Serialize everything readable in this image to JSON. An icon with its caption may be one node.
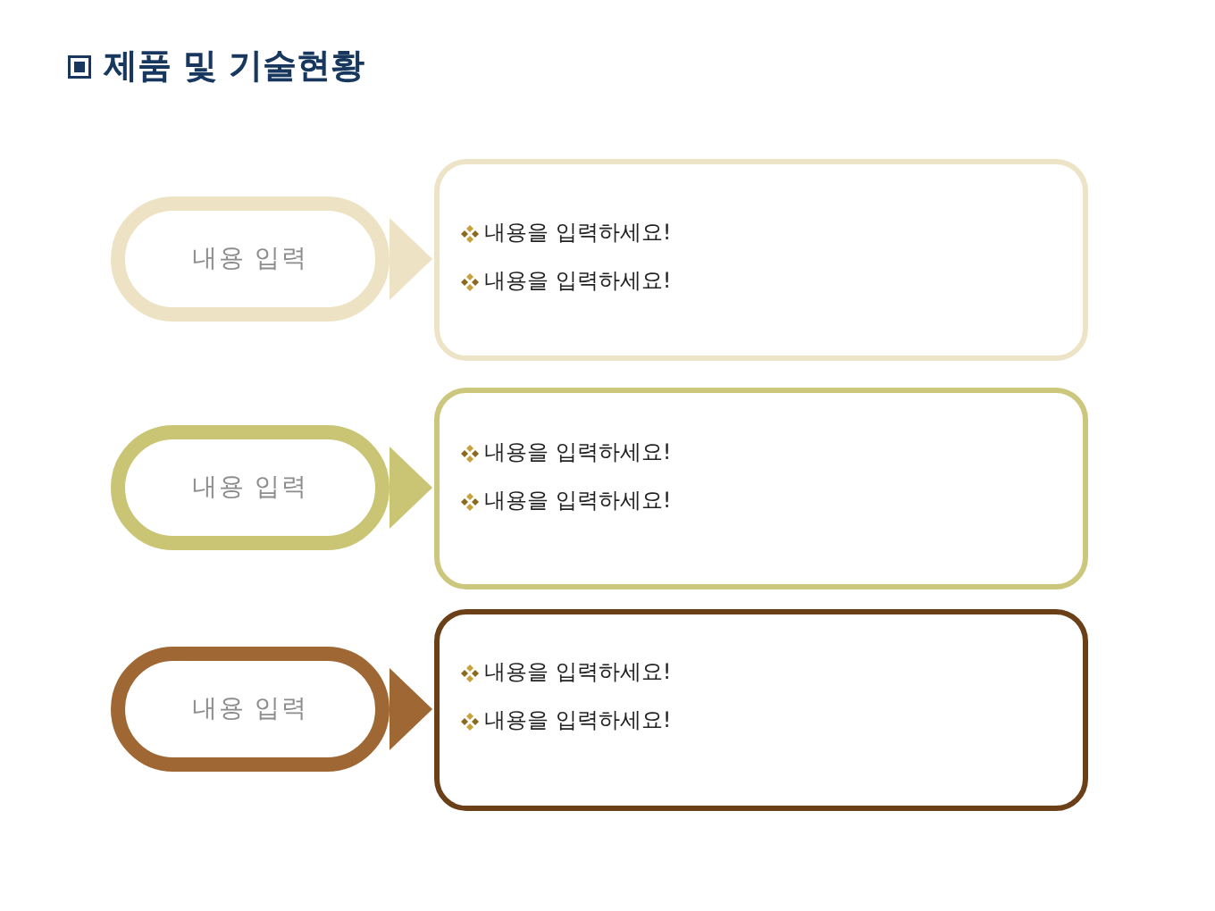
{
  "diagram": {
    "title": "제품 및 기술현황",
    "nodes": [
      {
        "text": [
          "내용 입력"
        ]
      },
      {
        "text": [
          "내용을 입력하세요!",
          "내용을 입력하세요!"
        ]
      },
      {
        "text": [
          "내용 입력"
        ]
      },
      {
        "text": [
          "내용을 입력하세요!",
          "내용을 입력하세요!"
        ]
      },
      {
        "text": [
          "내용 입력"
        ]
      },
      {
        "text": [
          "내용을 입력하세요!",
          "내용을 입력하세요!"
        ]
      }
    ],
    "edges": [
      {
        "from": 0,
        "to": 1,
        "arrow": "to",
        "color": "#ede2c4"
      },
      {
        "from": 2,
        "to": 3,
        "arrow": "to",
        "color": "#c9c575"
      },
      {
        "from": 4,
        "to": 5,
        "arrow": "to",
        "color": "#9e6734"
      }
    ]
  }
}
